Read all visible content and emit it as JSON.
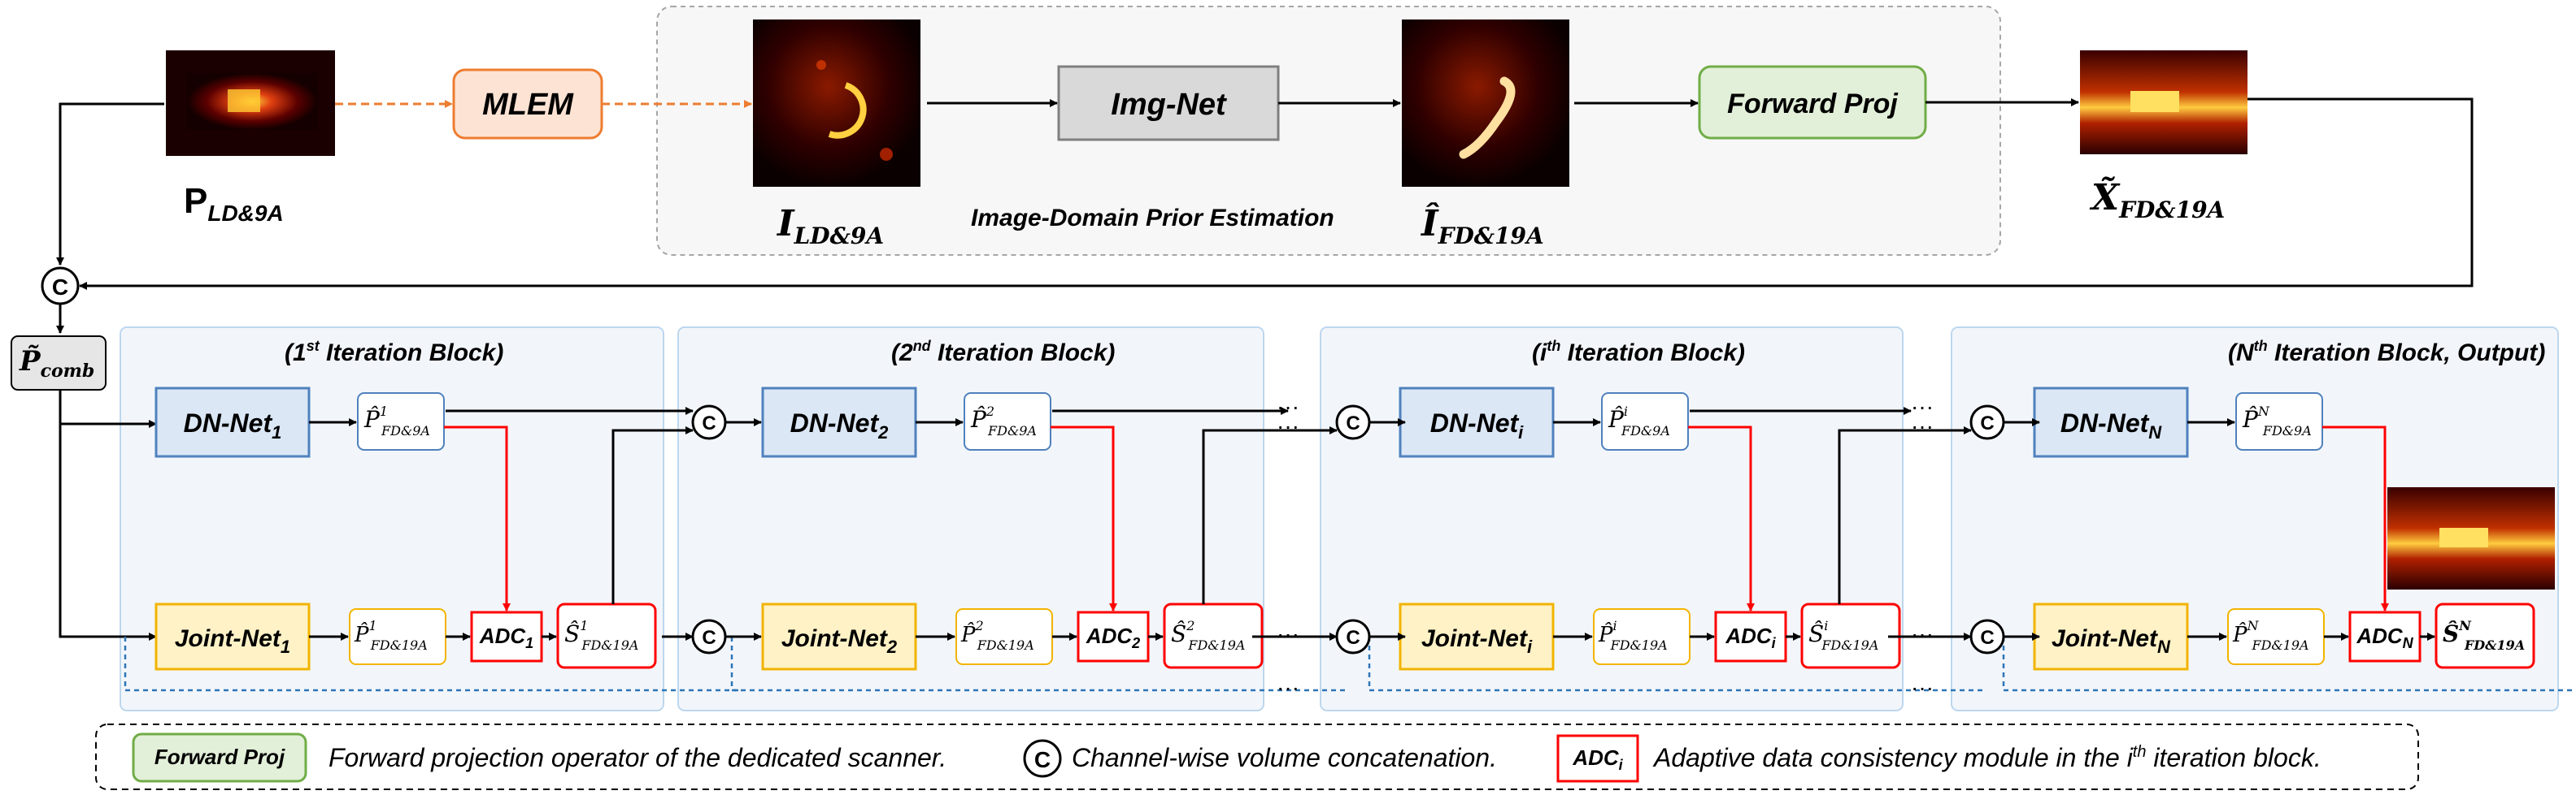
{
  "colors": {
    "dn_fill": "#dbe7f5",
    "dn_border": "#4f81bd",
    "joint_fill": "#fff2c6",
    "joint_border": "#f2b400",
    "adc_border": "#ff0000",
    "mlem_fill": "#fde3d4",
    "mlem_border": "#ed7d31",
    "imgnet_fill": "#d9d9d9",
    "fp_fill": "#e2efd9",
    "fp_border": "#70ad47",
    "block_fill": "#f2f6fb",
    "prior_fill": "#f7f7f7",
    "arrow_black": "#000000",
    "arrow_red": "#ff0000",
    "arrow_blue": "#2e75b6",
    "arrow_orange": "#ed7d31"
  },
  "top": {
    "p_label": "P",
    "p_sub": "LD&9A",
    "mlem": "MLEM",
    "i_label": "I",
    "i_sub": "LD&9A",
    "imgnet": "Img-Net",
    "ihat_label": "Î",
    "ihat_sub": "FD&19A",
    "prior_caption": "Image-Domain Prior Estimation",
    "forward_proj": "Forward Proj",
    "x_label": "X̃",
    "x_sub": "FD&19A"
  },
  "concat_symbol": "C",
  "p_comb": {
    "label": "P̃",
    "sub": "comb"
  },
  "blocks": [
    {
      "title_pre": "(1",
      "title_sup": "st",
      "title_post": " Iteration Block)",
      "dn": "DN-Net",
      "dn_sub": "1",
      "joint": "Joint-Net",
      "joint_sub": "1",
      "adc": "ADC",
      "adc_sub": "1",
      "sup": "1"
    },
    {
      "title_pre": "(2",
      "title_sup": "nd",
      "title_post": " Iteration Block)",
      "dn": "DN-Net",
      "dn_sub": "2",
      "joint": "Joint-Net",
      "joint_sub": "2",
      "adc": "ADC",
      "adc_sub": "2",
      "sup": "2"
    },
    {
      "title_pre": "(i",
      "title_sup": "th",
      "title_post": " Iteration Block)",
      "dn": "DN-Net",
      "dn_sub": "i",
      "joint": "Joint-Net",
      "joint_sub": "i",
      "adc": "ADC",
      "adc_sub": "i",
      "sup": "i"
    },
    {
      "title_pre": "(N",
      "title_sup": "th",
      "title_post": " Iteration Block, Output)",
      "dn": "DN-Net",
      "dn_sub": "N",
      "joint": "Joint-Net",
      "joint_sub": "N",
      "adc": "ADC",
      "adc_sub": "N",
      "sup": "N"
    }
  ],
  "out_labels": {
    "p_hat": "P̂",
    "s_hat": "Ŝ",
    "sub_9a": "FD&9A",
    "sub_19a": "FD&19A"
  },
  "ellipsis": "···",
  "legend": {
    "fp_box": "Forward Proj",
    "fp_text": "Forward projection operator of the dedicated scanner.",
    "c_symbol": "C",
    "c_text": "Channel-wise volume concatenation.",
    "adc_box": "ADC",
    "adc_box_sub": "i",
    "adc_text_pre": "Adaptive data consistency module in the i",
    "adc_text_sup": "th",
    "adc_text_post": " iteration block."
  }
}
